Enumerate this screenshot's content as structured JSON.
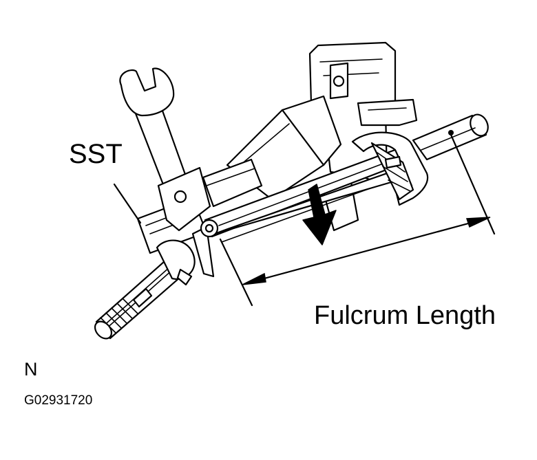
{
  "labels": {
    "sst": "SST",
    "fulcrum_length": "Fulcrum Length",
    "view_mark": "N",
    "figure_id": "G02931720"
  },
  "colors": {
    "ink": "#000000",
    "paper": "#ffffff"
  }
}
